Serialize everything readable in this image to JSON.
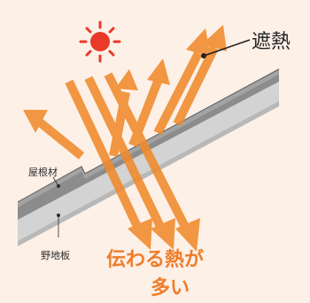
{
  "labels": {
    "top_label": "遮熱",
    "roof_material": "屋根材",
    "sheathing": "野地板",
    "caption_line1": "伝わる熱が",
    "caption_line2": "多い"
  },
  "icons": {
    "sun": "sun-icon"
  },
  "colors": {
    "background": "#fdf0e7",
    "orange": "#f08a2c",
    "sun_red": "#e8392a",
    "caption": "#ee7d2a",
    "roof_top": "#8a8a8a",
    "roof_edge": "#6d6d6d",
    "board": "#cfcfcf",
    "board_edge": "#b5b5b5"
  }
}
